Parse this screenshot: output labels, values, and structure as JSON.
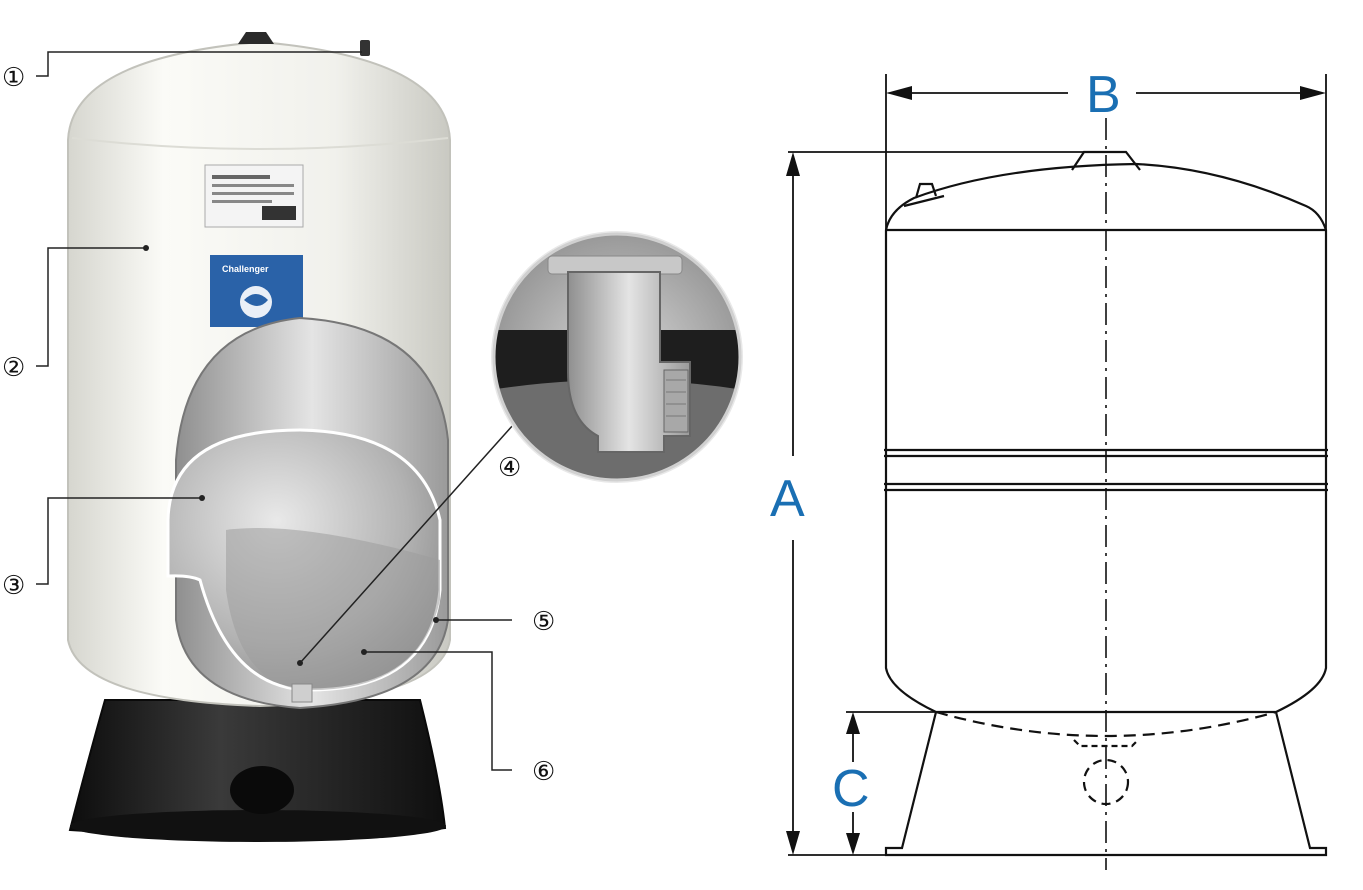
{
  "callouts": {
    "c1": "①",
    "c2": "②",
    "c3": "③",
    "c4": "④",
    "c5": "⑤",
    "c6": "⑥"
  },
  "tank": {
    "brand_label": "Challenger",
    "body_color": "#efefe9",
    "base_color": "#1c1c1c",
    "label_blue": "#2a62a8"
  },
  "dimensions": {
    "a": "A",
    "b": "B",
    "c": "C",
    "color": "#1a6fb3"
  }
}
